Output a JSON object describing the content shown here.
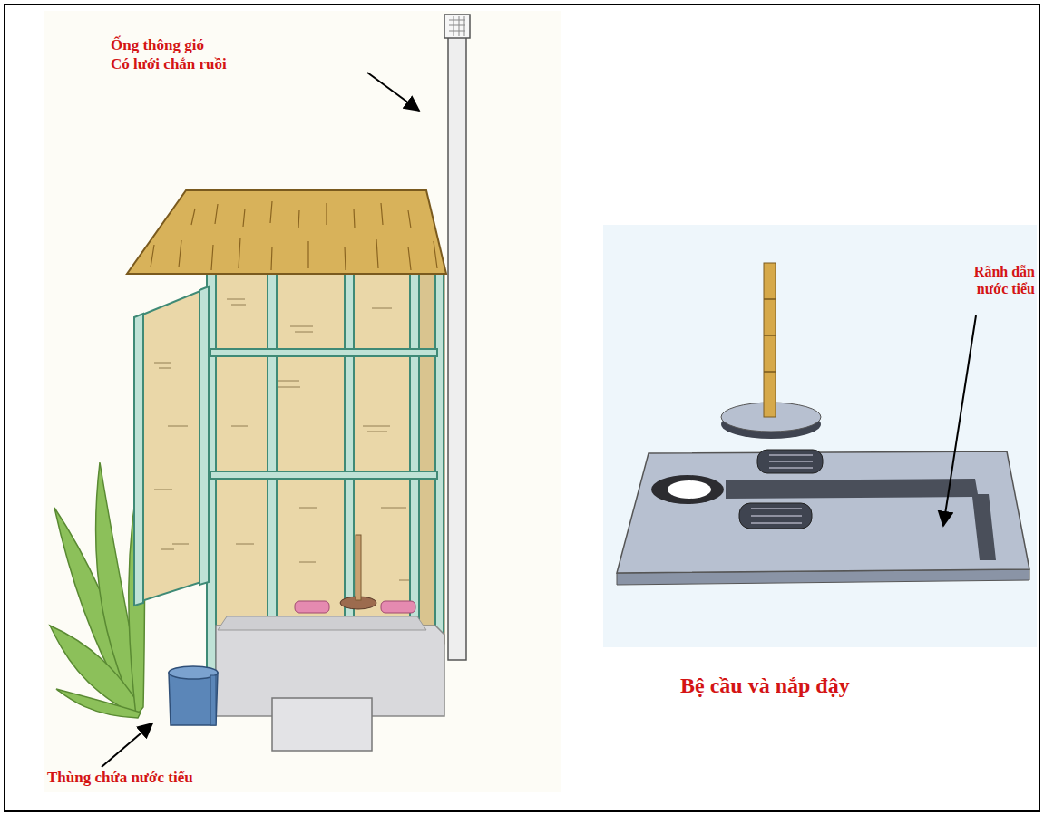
{
  "diagram": {
    "labels": [
      "Ống thông gió",
      "Có lưới chắn ruồi",
      "Rãnh dẫn nước tiểu",
      "Thùng chứa nước tiểu",
      "Bệ cầu và nắp đậy"
    ]
  }
}
